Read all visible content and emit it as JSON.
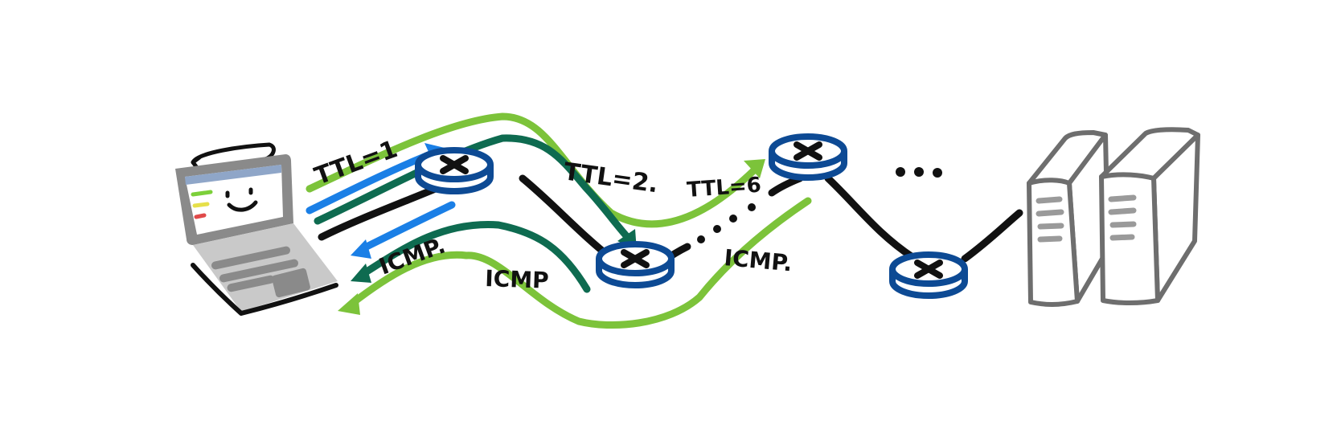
{
  "colors": {
    "background": "#ffffff",
    "ink": "#111111",
    "probe_ttl1": "#1a7fe6",
    "probe_ttl2": "#0e6b50",
    "probe_ttl6": "#7cc33a",
    "router": "#0d4a94",
    "laptop_frame": "#8a8a8a",
    "laptop_body": "#c9c9c9",
    "server": "#6e6e6e"
  },
  "labels": {
    "ttl1": "TTL=1",
    "ttl2": "TTL=2.",
    "ttl6": "TTL=6",
    "icmp1": "ICMP.",
    "icmp2": "ICMP",
    "icmp3": "ICMP.",
    "ellipsis_path": ". . . .",
    "ellipsis_hops": "• • •"
  },
  "icons": {
    "client": "laptop-icon",
    "router": "router-icon",
    "destination": "server-icon"
  }
}
